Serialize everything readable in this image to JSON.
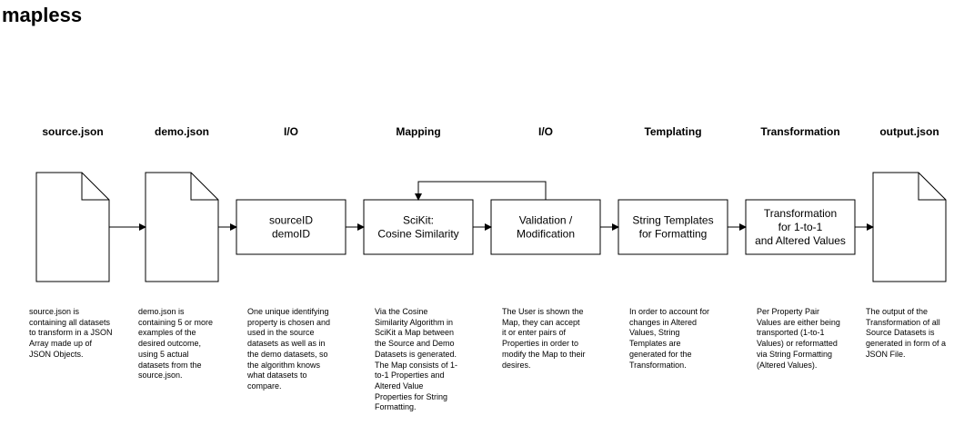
{
  "title": "mapless",
  "colors": {
    "stroke": "#000000",
    "fill": "#ffffff"
  },
  "stages": [
    {
      "header": "source.json",
      "kind": "document-icon",
      "lines": [],
      "description": "source.json is containing all datasets to transform in a JSON Array made up of JSON Objects."
    },
    {
      "header": "demo.json",
      "kind": "document-icon",
      "lines": [],
      "description": "demo.json is containing 5 or more examples of the desired outcome, using 5 actual datasets from the source.json."
    },
    {
      "header": "I/O",
      "kind": "process-box",
      "lines": [
        "sourceID",
        "demoID"
      ],
      "description": "One unique identifying property is chosen and used in the source datasets as well as in the demo datasets, so the algorithm knows what datasets to compare."
    },
    {
      "header": "Mapping",
      "kind": "process-box",
      "lines": [
        "SciKit:",
        "Cosine Similarity"
      ],
      "description": "Via the Cosine Similarity Algorithm in SciKit a Map between the Source and Demo Datasets is generated. The Map consists of 1-to-1 Properties and Altered Value Properties for String Formatting."
    },
    {
      "header": "I/O",
      "kind": "process-box",
      "lines": [
        "Validation /",
        "Modification"
      ],
      "description": "The User is shown the Map, they can accept it or enter pairs of Properties in order to modify the Map to their desires."
    },
    {
      "header": "Templating",
      "kind": "process-box",
      "lines": [
        "String Templates",
        "for Formatting"
      ],
      "description": "In order to account for changes in Altered Values, String Templates are generated for the Transformation."
    },
    {
      "header": "Transformation",
      "kind": "process-box",
      "lines": [
        "Transformation",
        "for 1-to-1",
        "and Altered Values"
      ],
      "description": "Per Property Pair Values are either being transported (1-to-1 Values) or reformatted via String Formatting (Altered Values)."
    },
    {
      "header": "output.json",
      "kind": "document-icon",
      "lines": [],
      "description": "The output of the Transformation of all Source Datasets is generated in form of a JSON File."
    }
  ],
  "connections": [
    {
      "from": "source.json",
      "to": "demo.json"
    },
    {
      "from": "demo.json",
      "to": "I/O"
    },
    {
      "from": "I/O",
      "to": "Mapping"
    },
    {
      "from": "Mapping",
      "to": "I/O (Validation)"
    },
    {
      "from": "I/O (Validation)",
      "to": "Mapping",
      "style": "feedback-loop"
    },
    {
      "from": "I/O (Validation)",
      "to": "Templating"
    },
    {
      "from": "Templating",
      "to": "Transformation"
    },
    {
      "from": "Transformation",
      "to": "output.json"
    }
  ]
}
